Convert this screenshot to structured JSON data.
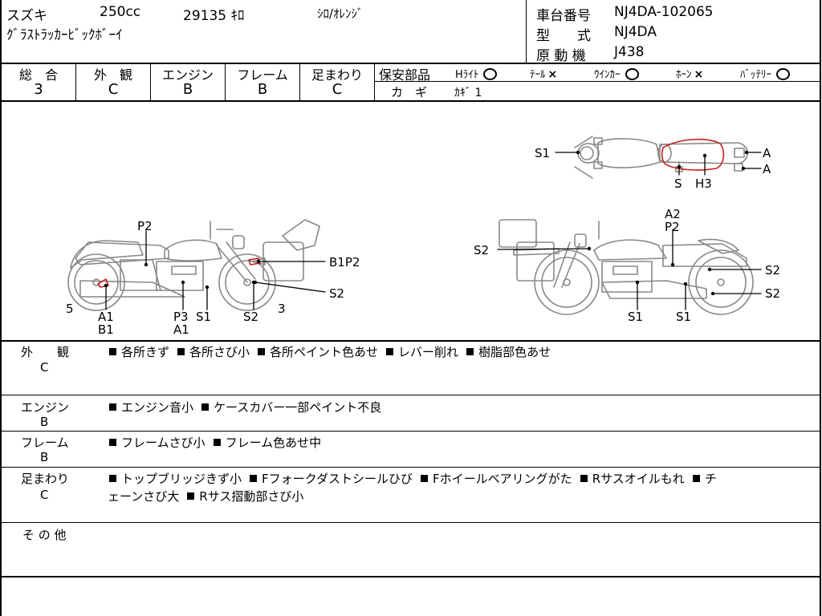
{
  "header": {
    "maker": "スズキ",
    "displacement": "250cc",
    "mileage": "29135 ｷﾛ",
    "color": "ｼﾛ/ｵﾚﾝｼﾞ",
    "model_name": "ｸﾞﾗｽﾄﾗｯｶｰﾋﾞｯｸﾎﾞｰｲ",
    "frame_number_label": "車台番号",
    "frame_number": "NJ4DA-102065",
    "model_code_label": "型　　式",
    "model_code": "NJ4DA",
    "engine_label": "原 動 機",
    "engine_code": "J438"
  },
  "grades": [
    {
      "label": "総　合",
      "value": "3"
    },
    {
      "label": "外　観",
      "value": "C"
    },
    {
      "label": "エンジン",
      "value": "B"
    },
    {
      "label": "フレーム",
      "value": "B"
    },
    {
      "label": "足まわり",
      "value": "C"
    }
  ],
  "safety": {
    "label": "保安部品",
    "items": [
      {
        "name": "Hﾗｲﾄ",
        "status": "ok"
      },
      {
        "name": "ﾃｰﾙ",
        "status": "ng"
      },
      {
        "name": "ｳｲﾝｶｰ",
        "status": "ok"
      },
      {
        "name": "ﾎｰﾝ",
        "status": "ng"
      },
      {
        "name": "ﾊﾞｯﾃﾘｰ",
        "status": "ok"
      }
    ],
    "key_label": "カ　ギ",
    "key_value": "ｶｷﾞ 1"
  },
  "diagram": {
    "top_view_labels": [
      "S1",
      "A",
      "A",
      "S",
      "H3"
    ],
    "left_view_labels": [
      "P2",
      "B1P2",
      "S2",
      "5",
      "3",
      "A1",
      "B1",
      "P3",
      "A1",
      "S1",
      "S2"
    ],
    "right_view_labels": [
      "A2",
      "P2",
      "S2",
      "S2",
      "S2",
      "S1",
      "S1"
    ],
    "damage_color": "#c41e1e"
  },
  "remarks": [
    {
      "label": "外　　観",
      "grade": "C",
      "line1": [
        "各所きず",
        "各所さび小",
        "各所ペイント色あせ",
        "レバー削れ",
        "樹脂部色あせ"
      ],
      "line2_text": ""
    },
    {
      "label": "エンジン",
      "grade": "B",
      "line1": [
        "エンジン音小",
        "ケースカバー一部ペイント不良"
      ],
      "line2_text": ""
    },
    {
      "label": "フレーム",
      "grade": "B",
      "line1": [
        "フレームさび小",
        "フレーム色あせ中"
      ],
      "line2_text": ""
    },
    {
      "label": "足まわり",
      "grade": "C",
      "line1": [
        "トップブリッジきず小",
        "Fフォークダストシールひび",
        "Fホイールベアリングがた",
        "Rサスオイルもれ",
        "チ"
      ],
      "line2_text": "ェーンさび大",
      "line2": [
        "Rサス摺動部さび小"
      ]
    },
    {
      "label": "そ の 他",
      "grade": "",
      "line1": [],
      "line2_text": ""
    }
  ]
}
